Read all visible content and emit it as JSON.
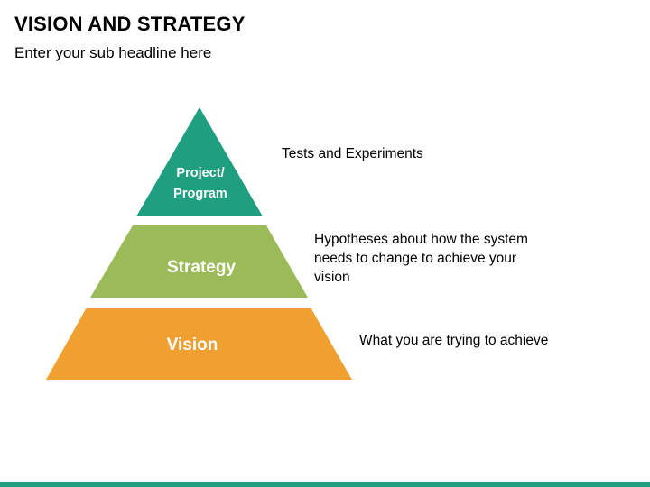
{
  "header": {
    "title": "VISION AND STRATEGY",
    "subtitle": "Enter your sub headline here"
  },
  "pyramid": {
    "tiers": [
      {
        "label_line1": "Project/",
        "label_line2": "Program",
        "color": "#1f9e80",
        "description": "Tests and Experiments"
      },
      {
        "label": "Strategy",
        "color": "#9bbb59",
        "description": "Hypotheses about how the system needs to change to achieve your vision"
      },
      {
        "label": "Vision",
        "color": "#f0a030",
        "description": "What you are trying to achieve"
      }
    ]
  },
  "footer": {
    "bar_color": "#1f9e80"
  }
}
